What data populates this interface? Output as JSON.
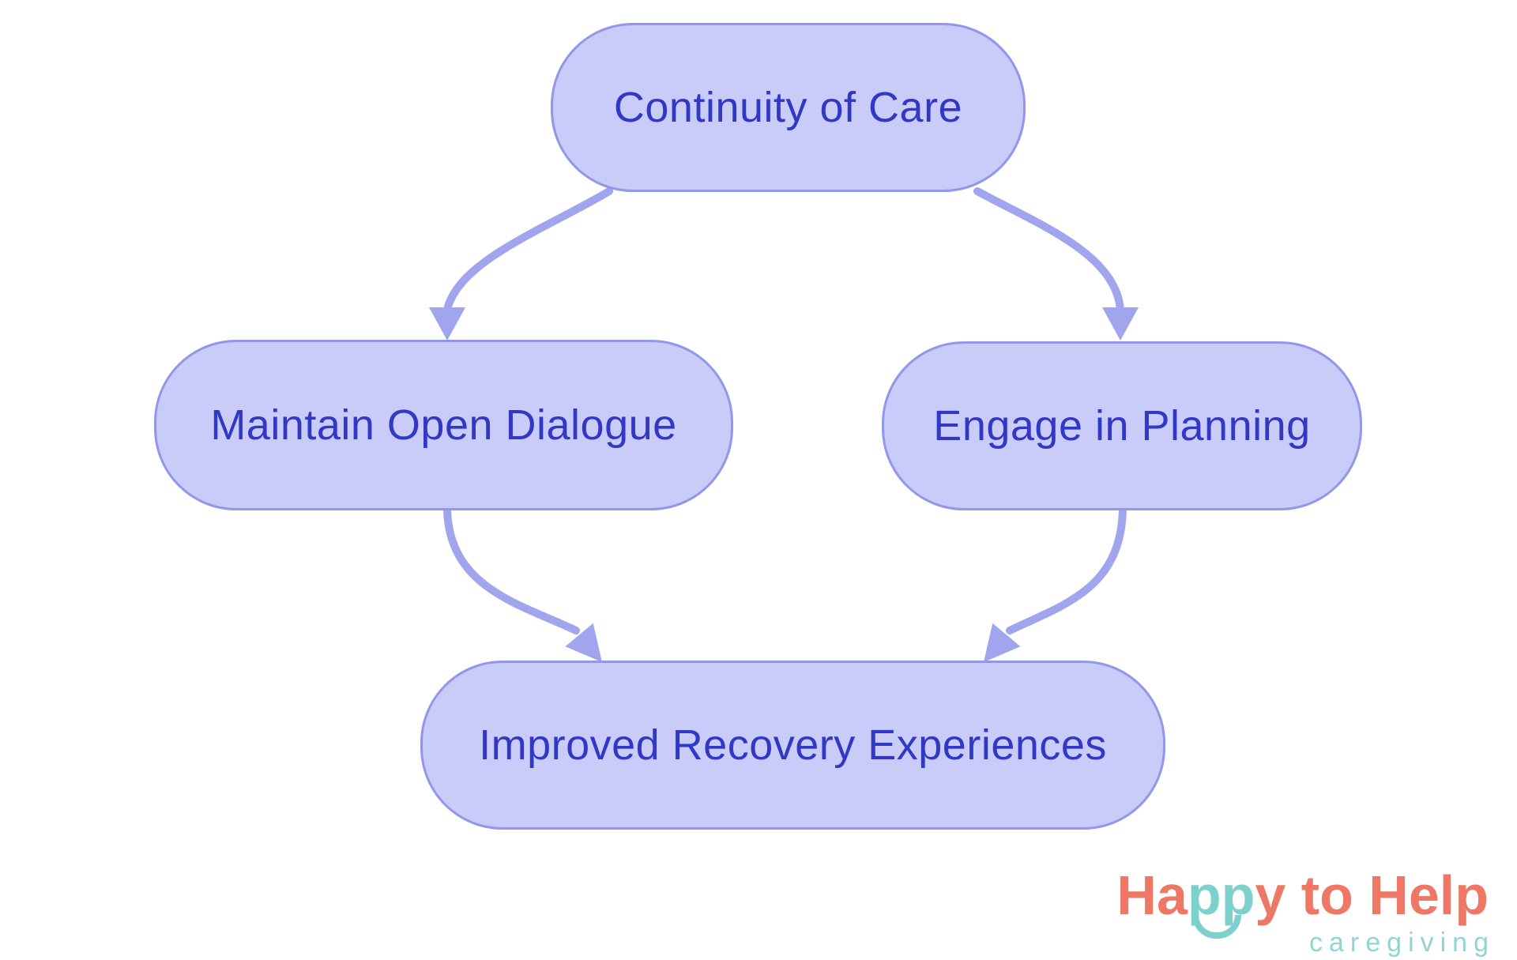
{
  "diagram": {
    "nodes": [
      {
        "id": "continuity-of-care",
        "label": "Continuity of Care"
      },
      {
        "id": "maintain-open-dialogue",
        "label": "Maintain Open Dialogue"
      },
      {
        "id": "engage-in-planning",
        "label": "Engage in Planning"
      },
      {
        "id": "improved-recovery-experiences",
        "label": "Improved Recovery Experiences"
      }
    ],
    "edges": [
      {
        "from": "Continuity of Care",
        "to": "Maintain Open Dialogue"
      },
      {
        "from": "Continuity of Care",
        "to": "Engage in Planning"
      },
      {
        "from": "Maintain Open Dialogue",
        "to": "Improved Recovery Experiences"
      },
      {
        "from": "Engage in Planning",
        "to": "Improved Recovery Experiences"
      }
    ],
    "colors": {
      "node_fill": "#c9cbf8",
      "node_border": "#9297e9",
      "node_text": "#3238c6",
      "arrow": "#a0a5ee"
    }
  },
  "logo": {
    "part1": "Ha",
    "part2": "pp",
    "part3": "y to Help",
    "tagline": "caregiving",
    "colors": {
      "coral": "#ee7766",
      "teal": "#7ed0cc",
      "tagline_teal": "#8fd6d2"
    }
  }
}
